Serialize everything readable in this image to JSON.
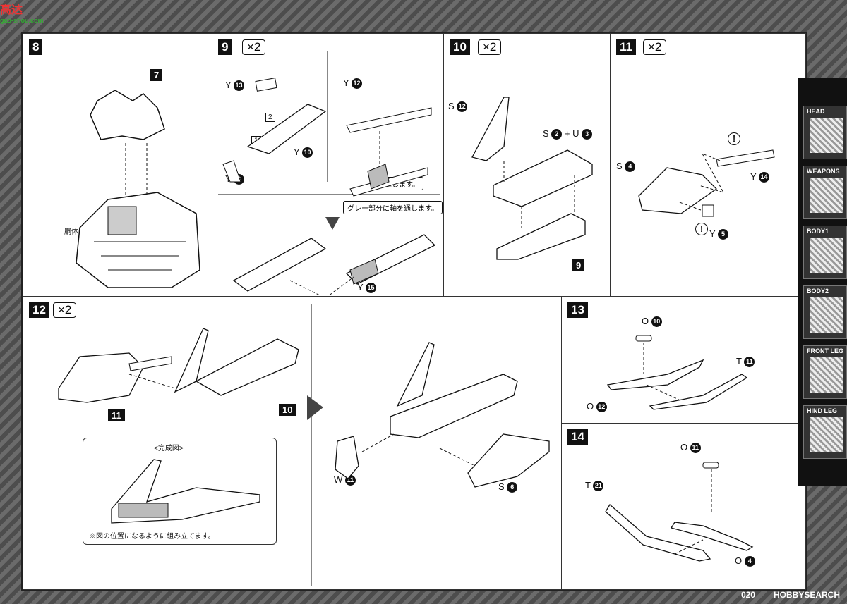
{
  "site": {
    "logo": "高达",
    "logo_sub": "gao-shou.com",
    "watermark": "HOBBYSEARCH"
  },
  "steps": {
    "s8": {
      "num": "8",
      "ref": "7",
      "part_label": "胴体"
    },
    "s9": {
      "num": "9",
      "mult": "×2",
      "p1": "Y",
      "p1n": "13",
      "p2": "Y",
      "p2n": "10",
      "p3": "Y",
      "p3n": "3",
      "p4": "Y",
      "p4n": "12",
      "seq1": "1",
      "seq2": "2",
      "note1": "裏返します。",
      "note2": "グレー部分に軸を通します。",
      "p5": "Y",
      "p5n": "15"
    },
    "s10": {
      "num": "10",
      "mult": "×2",
      "p1": "S",
      "p1n": "12",
      "p2": "S",
      "p2n": "2",
      "plus": "+",
      "p3": "U",
      "p3n": "3",
      "ref": "9"
    },
    "s11": {
      "num": "11",
      "mult": "×2",
      "p1": "S",
      "p1n": "4",
      "p2": "Y",
      "p2n": "14",
      "p3": "Y",
      "p3n": "5",
      "warn": "!"
    },
    "s12": {
      "num": "12",
      "mult": "×2",
      "ref1": "11",
      "ref2": "10",
      "complete": "<完成図>",
      "note": "※図の位置になるように組み立てます。",
      "p1": "W",
      "p1n": "11",
      "p2": "S",
      "p2n": "6"
    },
    "s13": {
      "num": "13",
      "p1": "O",
      "p1n": "10",
      "p2": "T",
      "p2n": "11",
      "p3": "O",
      "p3n": "12"
    },
    "s14": {
      "num": "14",
      "p1": "O",
      "p1n": "11",
      "p2": "T",
      "p2n": "21",
      "p3": "O",
      "p3n": "4"
    }
  },
  "sidebar": {
    "tabs": [
      "HEAD",
      "WEAPONS",
      "BODY1",
      "BODY2",
      "FRONT LEG",
      "HIND LEG"
    ]
  },
  "page": "020"
}
